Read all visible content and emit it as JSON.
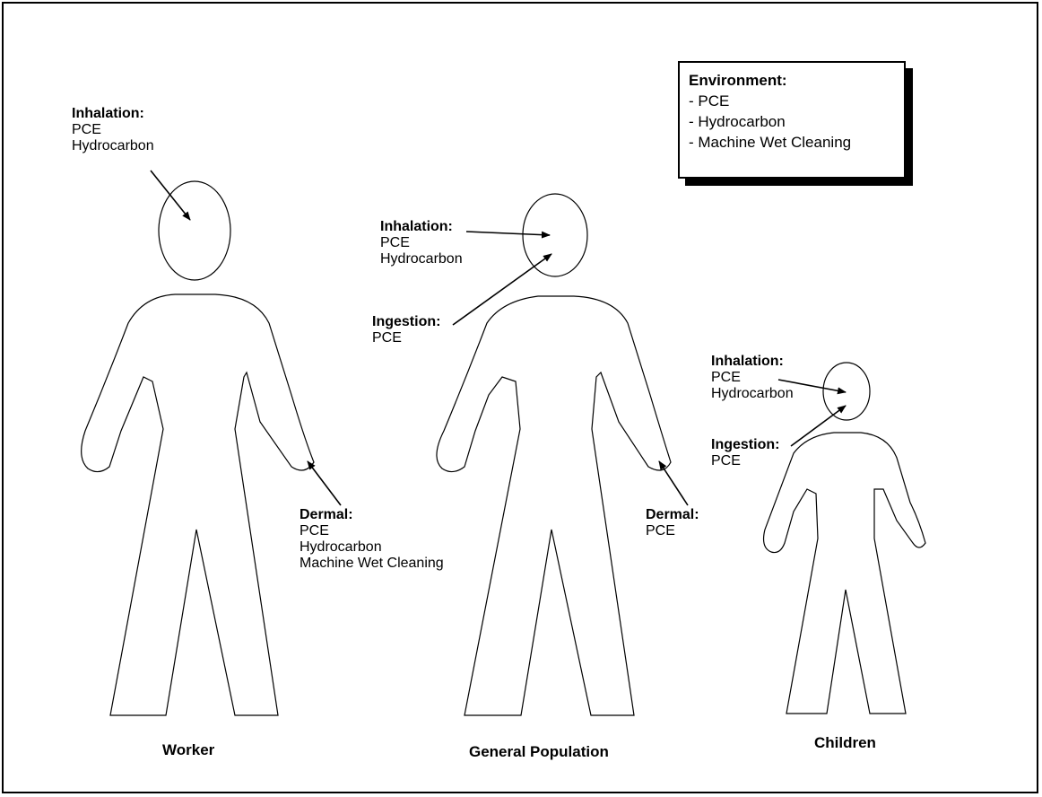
{
  "environment": {
    "title": "Environment:",
    "items": [
      "- PCE",
      "- Hydrocarbon",
      "- Machine Wet Cleaning"
    ]
  },
  "worker": {
    "caption": "Worker",
    "inhalation": {
      "title": "Inhalation:",
      "items": [
        "PCE",
        "Hydrocarbon"
      ]
    },
    "dermal": {
      "title": "Dermal:",
      "items": [
        "PCE",
        "Hydrocarbon",
        "Machine Wet Cleaning"
      ]
    }
  },
  "general_population": {
    "caption": "General Population",
    "inhalation": {
      "title": "Inhalation:",
      "items": [
        "PCE",
        "Hydrocarbon"
      ]
    },
    "ingestion": {
      "title": "Ingestion:",
      "items": [
        "PCE"
      ]
    },
    "dermal": {
      "title": "Dermal:",
      "items": [
        "PCE"
      ]
    }
  },
  "children": {
    "caption": "Children",
    "inhalation": {
      "title": "Inhalation:",
      "items": [
        "PCE",
        "Hydrocarbon"
      ]
    },
    "ingestion": {
      "title": "Ingestion:",
      "items": [
        "PCE"
      ]
    }
  }
}
